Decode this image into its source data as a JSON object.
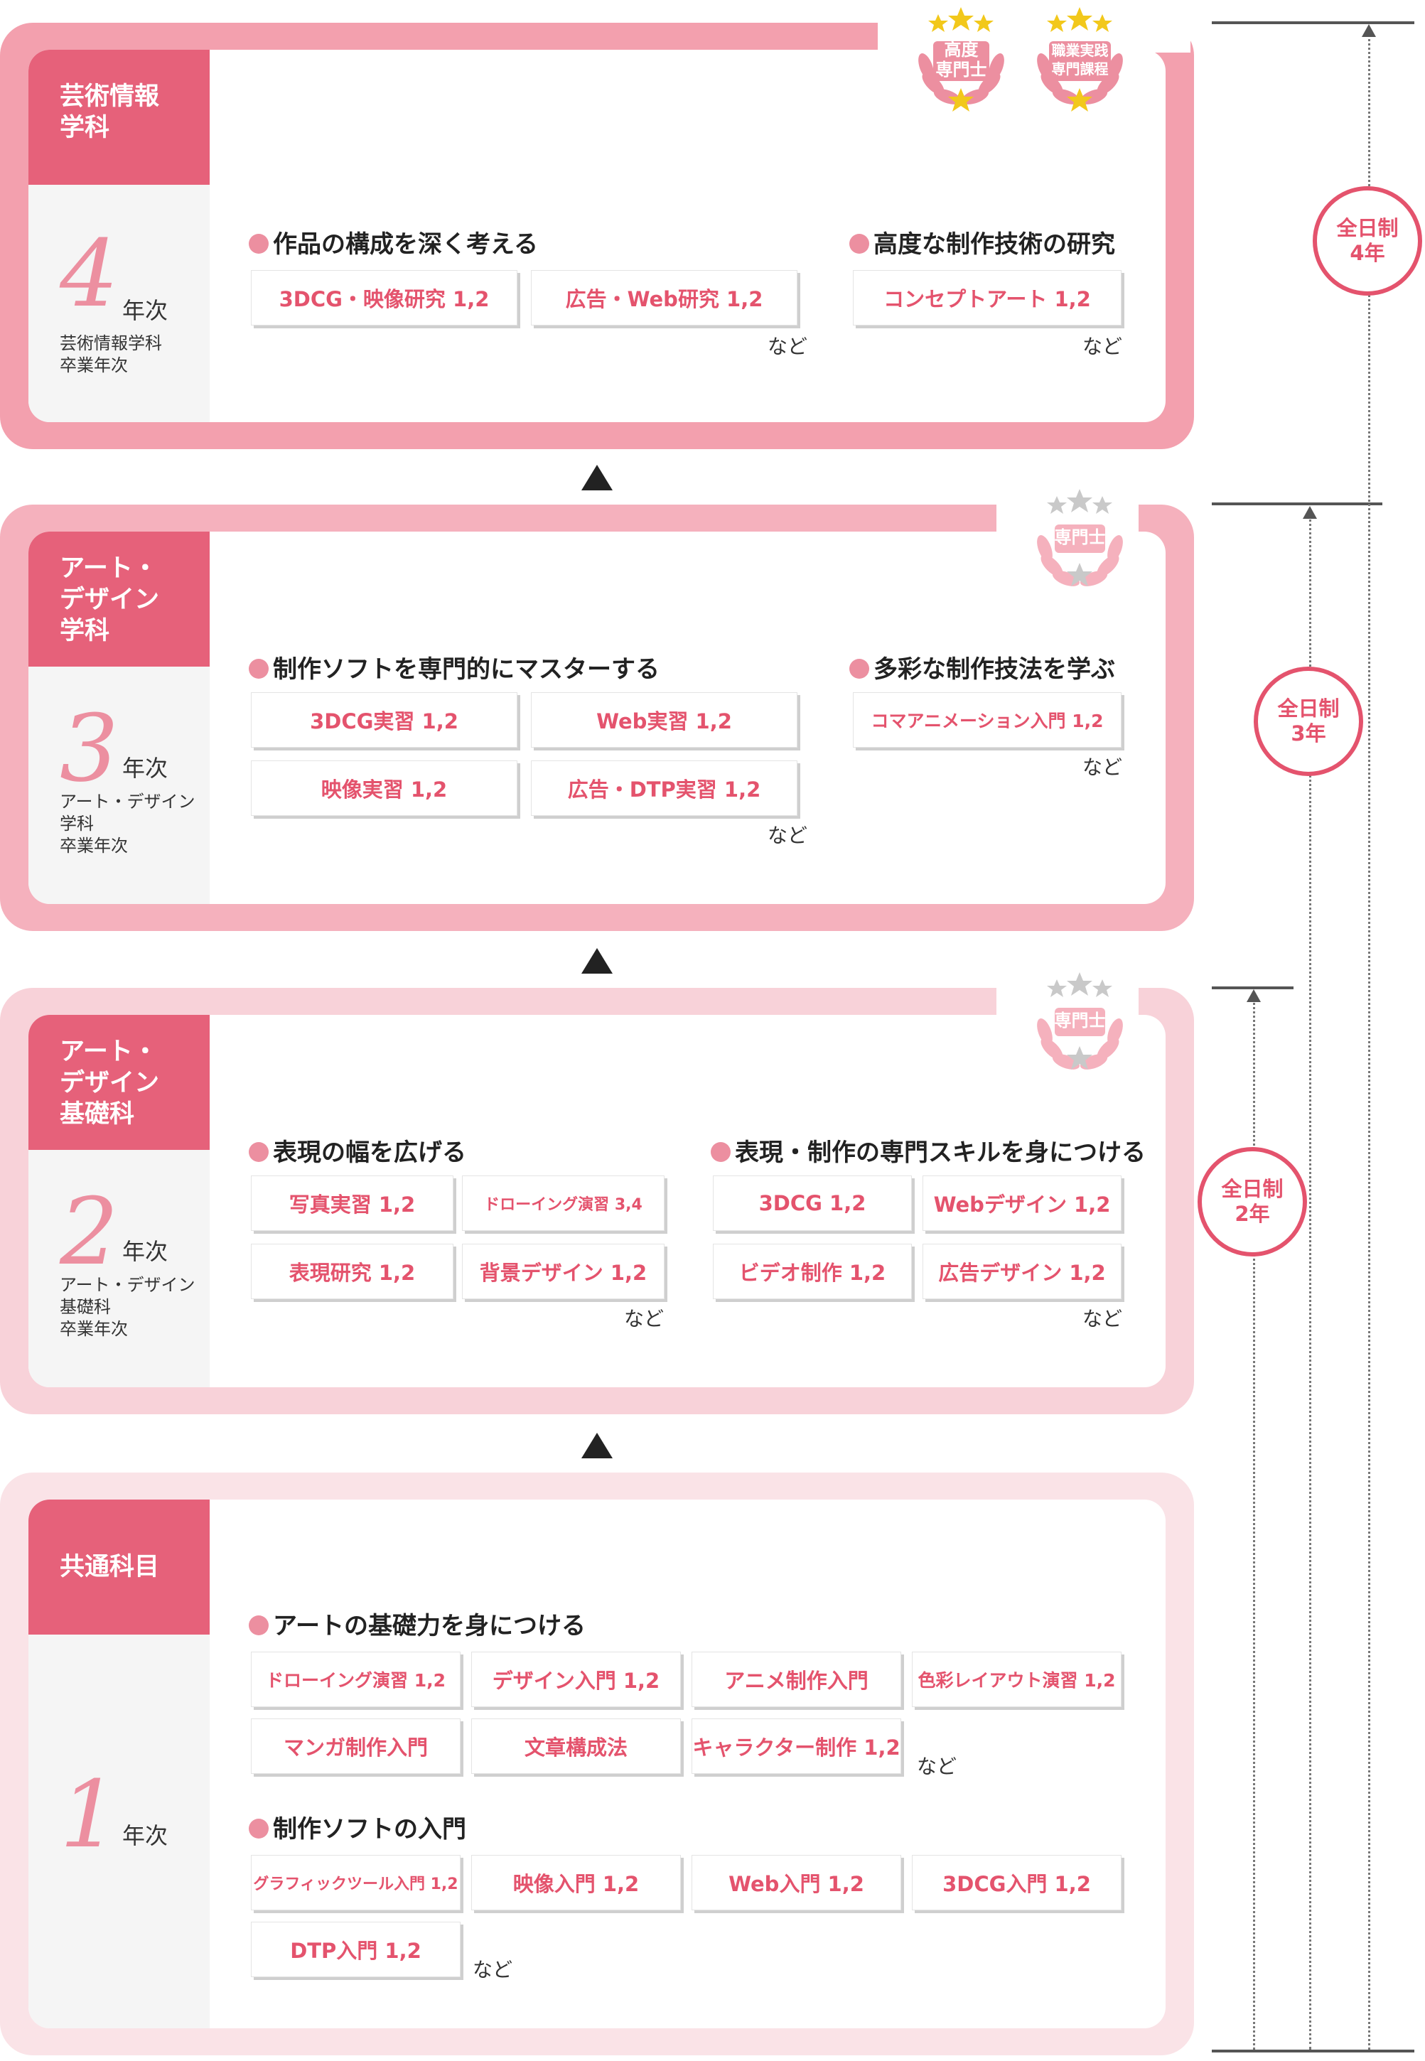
{
  "stages": [
    {
      "department": "芸術情報\n学科",
      "year_number": "4",
      "year_suffix": "年次",
      "graduation": "芸術情報学科\n卒業年次",
      "badges": [
        "高度\n専門士",
        "職業実践\n専門課程"
      ],
      "groups": [
        {
          "heading": "作品の構成を深く考える",
          "courses": [
            "3DCG・映像研究 1,2",
            "広告・Web研究 1,2"
          ],
          "more": "など"
        },
        {
          "heading": "高度な制作技術の研究",
          "courses": [
            "コンセプトアート 1,2"
          ],
          "more": "など"
        }
      ]
    },
    {
      "department": "アート・\nデザイン\n学科",
      "year_number": "3",
      "year_suffix": "年次",
      "graduation": "アート・デザイン\n学科\n卒業年次",
      "badges": [
        "専門士"
      ],
      "groups": [
        {
          "heading": "制作ソフトを専門的にマスターする",
          "courses": [
            "3DCG実習 1,2",
            "Web実習 1,2",
            "映像実習 1,2",
            "広告・DTP実習 1,2"
          ],
          "more": "など"
        },
        {
          "heading": "多彩な制作技法を学ぶ",
          "courses": [
            "コマアニメーション入門 1,2"
          ],
          "more": "など"
        }
      ]
    },
    {
      "department": "アート・\nデザイン\n基礎科",
      "year_number": "2",
      "year_suffix": "年次",
      "graduation": "アート・デザイン\n基礎科\n卒業年次",
      "badges": [
        "専門士"
      ],
      "groups": [
        {
          "heading": "表現の幅を広げる",
          "courses": [
            "写真実習 1,2",
            "ドローイング演習 3,4",
            "表現研究 1,2",
            "背景デザイン 1,2"
          ],
          "more": "など"
        },
        {
          "heading": "表現・制作の専門スキルを身につける",
          "courses": [
            "3DCG 1,2",
            "Webデザイン 1,2",
            "ビデオ制作 1,2",
            "広告デザイン 1,2"
          ],
          "more": "など"
        }
      ]
    },
    {
      "department": "共通科目",
      "year_number": "1",
      "year_suffix": "年次",
      "graduation": "",
      "badges": [],
      "groups": [
        {
          "heading": "アートの基礎力を身につける",
          "courses": [
            "ドローイング演習 1,2",
            "デザイン入門 1,2",
            "アニメ制作入門",
            "色彩レイアウト演習 1,2",
            "マンガ制作入門",
            "文章構成法",
            "キャラクター制作 1,2"
          ],
          "more": "など"
        },
        {
          "heading": "制作ソフトの入門",
          "courses": [
            "グラフィックツール入門 1,2",
            "映像入門 1,2",
            "Web入門 1,2",
            "3DCG入門 1,2",
            "DTP入門 1,2"
          ],
          "more": "など"
        }
      ]
    }
  ],
  "durations": [
    "全日制\n4年",
    "全日制\n3年",
    "全日制\n2年"
  ],
  "colors": {
    "accent": "#e6617a",
    "tag_text": "#e4536d",
    "card_4": "#f3a0ae",
    "card_3": "#f5b1bd",
    "card_2": "#f8d2d9",
    "card_1": "#fae3e7",
    "star_gold": "#f2c81b",
    "star_gray": "#c9c9c9"
  }
}
